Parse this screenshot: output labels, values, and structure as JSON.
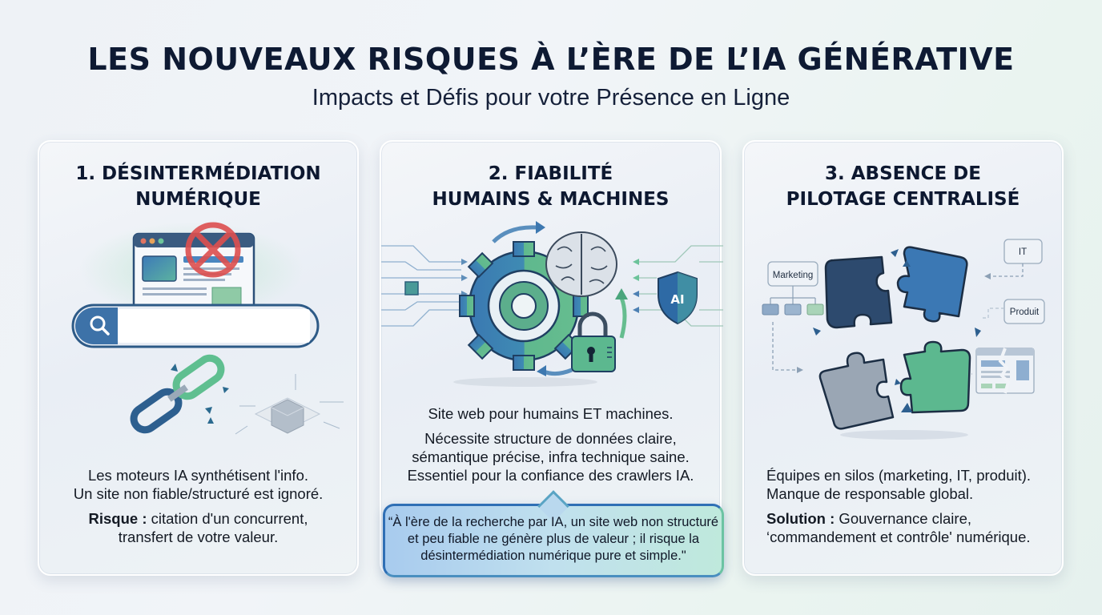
{
  "header": {
    "title": "LES NOUVEAUX RISQUES À L’ÈRE DE L’IA GÉNÉRATIVE",
    "subtitle": "Impacts et Défis pour votre Présence en Ligne"
  },
  "cards": [
    {
      "title_line1": "1. DÉSINTERMÉDIATION",
      "title_line2": "NUMÉRIQUE",
      "illustration": [
        "browser-window-icon",
        "blocked-icon",
        "search-bar",
        "search-icon",
        "broken-link-icon",
        "chip-cube-icon"
      ],
      "text_line1": "Les moteurs IA synthétisent l'info.",
      "text_line2": "Un site non fiable/structuré est ignoré.",
      "emphasis_label": "Risque :",
      "emphasis_line1": " citation d'un concurrent,",
      "emphasis_line2": "transfert de votre valeur."
    },
    {
      "title_line1": "2. FIABILITÉ",
      "title_line2": "HUMAINS & MACHINES",
      "illustration": [
        "gear-icon",
        "brain-icon",
        "padlock-icon",
        "ai-shield-icon",
        "circuit-arrows"
      ],
      "illustration_badge": "AI",
      "text_line1": "Site web pour humains ET machines.",
      "text_line2": "Nécessite structure de données claire,",
      "text_line3": "sémantique précise, infra technique saine.",
      "text_line4": "Essentiel pour la confiance des crawlers IA.",
      "quote_line1": "“À l'ère de la recherche par IA, un site web non structuré",
      "quote_line2": "et peu fiable ne génère plus de valeur ; il risque la",
      "quote_line3": "désintermédiation numérique pure et simple.\""
    },
    {
      "title_line1": "3. ABSENCE DE",
      "title_line2": "PILOTAGE CENTRALISÉ",
      "illustration": [
        "puzzle-pieces-icon",
        "org-chart-icon",
        "broken-page-icon"
      ],
      "labels": {
        "marketing": "Marketing",
        "it": "IT",
        "produit": "Produit"
      },
      "text_line1": "Équipes en silos (marketing, IT, produit).",
      "text_line2": "Manque de responsable global.",
      "emphasis_label": "Solution :",
      "emphasis_line1": " Gouvernance claire,",
      "emphasis_line2": "‘commandement et contrôle' numérique."
    }
  ],
  "colors": {
    "title": "#0e1a33",
    "blue_dark": "#2b4f78",
    "blue": "#3b78b4",
    "green": "#5cb88f",
    "red": "#e05252",
    "callout_border": "#2f6fb5"
  }
}
